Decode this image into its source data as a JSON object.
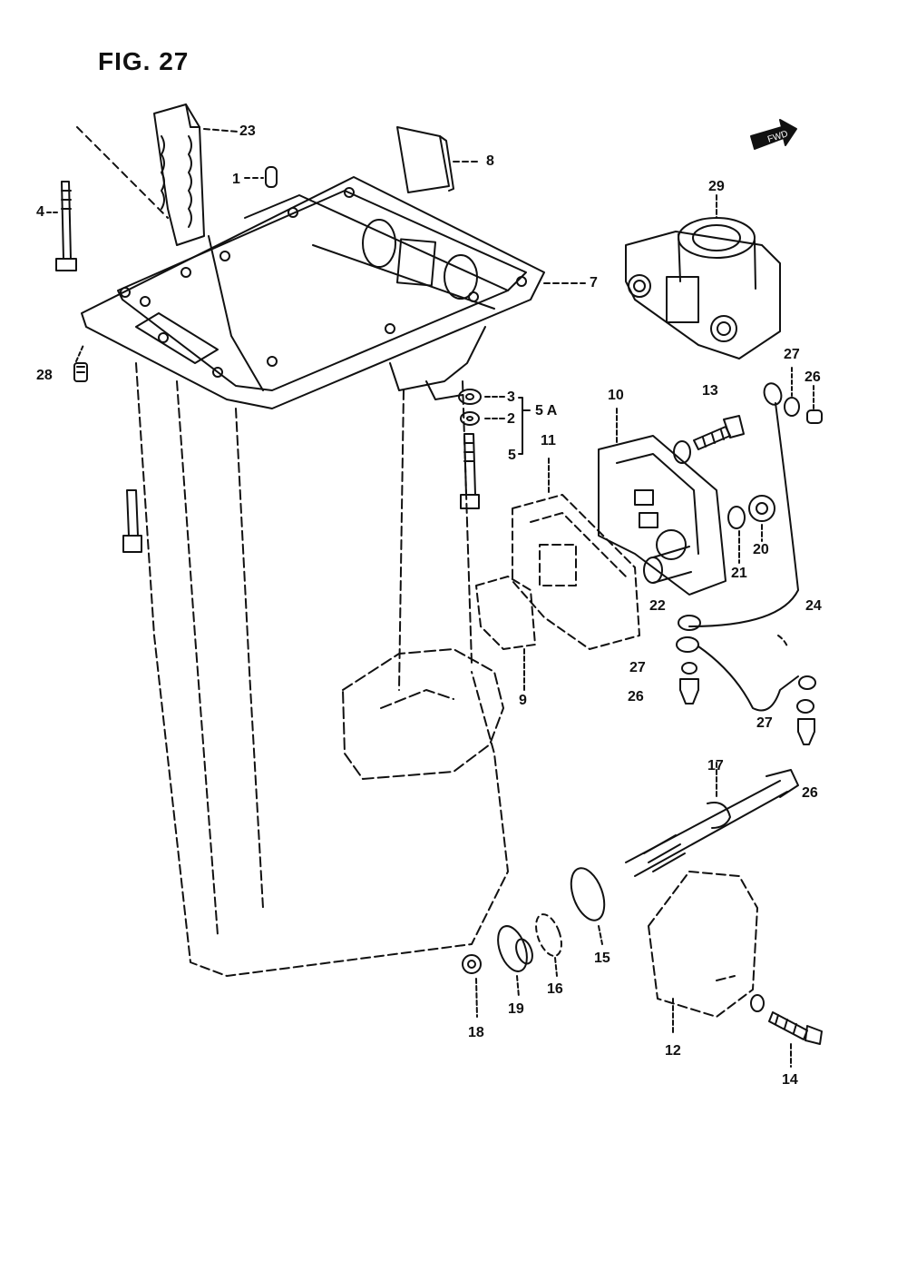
{
  "figure": {
    "title": "FIG. 27",
    "fwd_arrow_text": "FWD"
  },
  "labels": {
    "p1": "1",
    "p2": "2",
    "p3": "3",
    "p4": "4",
    "p5": "5",
    "p5a": "5 A",
    "p7": "7",
    "p8": "8",
    "p9": "9",
    "p10": "10",
    "p11": "11",
    "p12": "12",
    "p13": "13",
    "p14": "14",
    "p15": "15",
    "p16": "16",
    "p17": "17",
    "p18": "18",
    "p19": "19",
    "p20": "20",
    "p21": "21",
    "p22": "22",
    "p23": "23",
    "p24": "24",
    "p26a": "26",
    "p26b": "26",
    "p26c": "26",
    "p27a": "27",
    "p27b": "27",
    "p27c": "27",
    "p28": "28",
    "p29": "29"
  }
}
